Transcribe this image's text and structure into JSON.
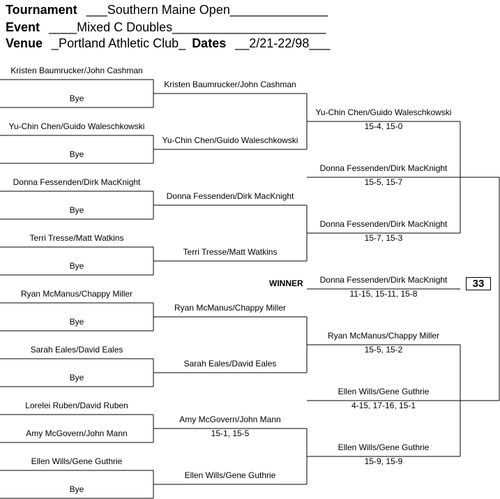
{
  "header": {
    "tournament_label": "Tournament",
    "tournament_value": "___Southern Maine Open______________",
    "event_label": "Event",
    "event_value": "____Mixed C Doubles______________________",
    "venue_label": "Venue",
    "venue_value": "_Portland Athletic Club_",
    "dates_label": "Dates",
    "dates_value": "__2/21-22/98___"
  },
  "round1": [
    "Kristen Baumrucker/John Cashman",
    "Bye",
    "Yu-Chin Chen/Guido Waleschkowski",
    "Bye",
    "Donna Fessenden/Dirk MacKnight",
    "Bye",
    "Terri Tresse/Matt Watkins",
    "Bye",
    "Ryan McManus/Chappy Miller",
    "Bye",
    "Sarah Eales/David Eales",
    "Bye",
    "Lorelei Ruben/David Ruben",
    "Amy McGovern/John Mann",
    "Ellen Wills/Gene Guthrie",
    "Bye"
  ],
  "round2": [
    {
      "name": "Kristen Baumrucker/John Cashman",
      "score": ""
    },
    {
      "name": "Yu-Chin Chen/Guido Waleschkowski",
      "score": ""
    },
    {
      "name": "Donna Fessenden/Dirk MacKnight",
      "score": ""
    },
    {
      "name": "Terri Tresse/Matt Watkins",
      "score": ""
    },
    {
      "name": "Ryan McManus/Chappy Miller",
      "score": ""
    },
    {
      "name": "Sarah Eales/David Eales",
      "score": ""
    },
    {
      "name": "Amy McGovern/John Mann",
      "score": "15-1, 15-5"
    },
    {
      "name": "Ellen Wills/Gene Guthrie",
      "score": ""
    }
  ],
  "round3": [
    {
      "name": "Yu-Chin Chen/Guido Waleschkowski",
      "score": "15-4, 15-0"
    },
    {
      "name": "Donna Fessenden/Dirk MacKnight",
      "score": "15-7, 15-3"
    },
    {
      "name": "Ryan McManus/Chappy Miller",
      "score": "15-5, 15-2"
    },
    {
      "name": "Ellen Wills/Gene Guthrie",
      "score": "15-9, 15-9"
    }
  ],
  "round4": [
    {
      "name": "Donna Fessenden/Dirk MacKnight",
      "score": "15-5, 15-7"
    },
    {
      "name": "Ellen Wills/Gene Guthrie",
      "score": "4-15, 17-16, 15-1"
    }
  ],
  "winner": {
    "label": "WINNER",
    "name": "Donna Fessenden/Dirk MacKnight",
    "score": "11-15, 15-11, 15-8",
    "number": "33"
  }
}
